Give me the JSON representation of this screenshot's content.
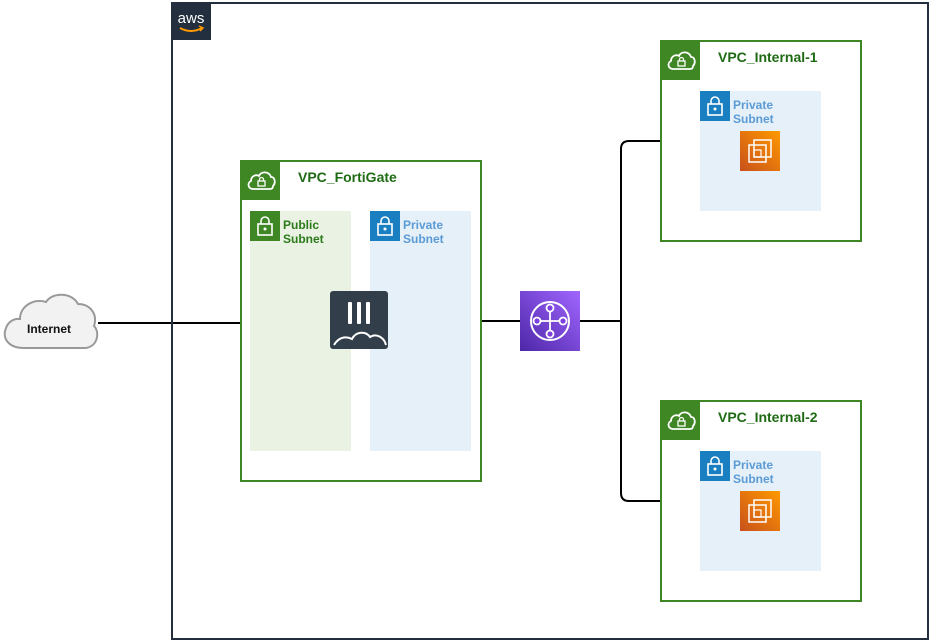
{
  "aws": {
    "logo_text": "aws"
  },
  "internet": {
    "label": "Internet"
  },
  "vpc_fortigate": {
    "title": "VPC_FortiGate",
    "public_subnet": {
      "label_line1": "Public",
      "label_line2": "Subnet"
    },
    "private_subnet": {
      "label_line1": "Private",
      "label_line2": "Subnet"
    }
  },
  "vpc_internal_1": {
    "title": "VPC_Internal-1",
    "private_subnet": {
      "label_line1": "Private",
      "label_line2": "Subnet"
    }
  },
  "vpc_internal_2": {
    "title": "VPC_Internal-2",
    "private_subnet": {
      "label_line1": "Private",
      "label_line2": "Subnet"
    }
  },
  "icons": {
    "internet": "cloud-icon",
    "fortigate": "fortigate-firewall-icon",
    "transit_gateway": "transit-gateway-icon",
    "instances": "ec2-instance-icon",
    "vpc": "vpc-cloud-lock-icon",
    "subnet": "padlock-icon"
  },
  "colors": {
    "aws_border": "#232f3e",
    "vpc_green": "#3f8624",
    "public_subnet_fill": "#e9f2e3",
    "private_subnet_fill": "#e6f0f8",
    "private_subnet_icon": "#1a7fc1",
    "transit_gateway": "#8c4fff",
    "ec2": "#ed7100",
    "fortigate": "#323f4b"
  }
}
